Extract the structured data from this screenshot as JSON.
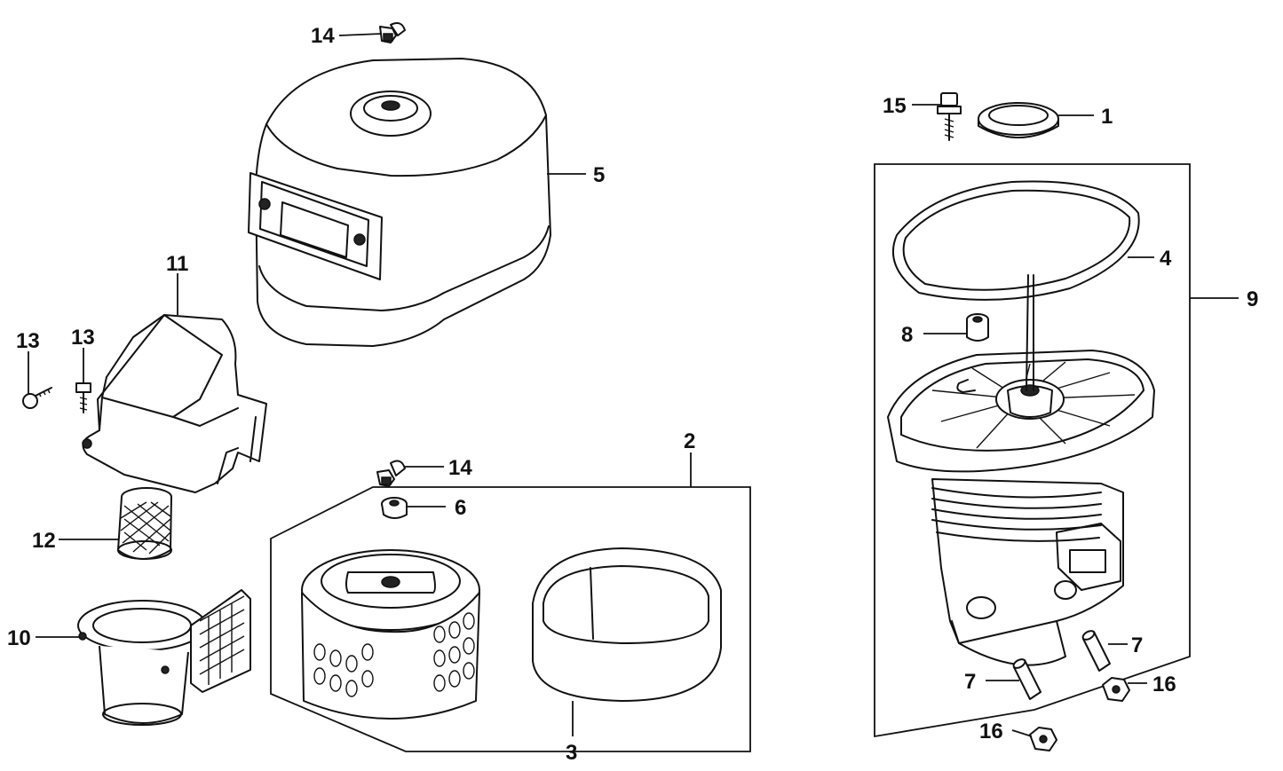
{
  "callouts": {
    "c1": "1",
    "c2": "2",
    "c3": "3",
    "c4": "4",
    "c5": "5",
    "c6": "6",
    "c7a": "7",
    "c7b": "7",
    "c8": "8",
    "c9": "9",
    "c10": "10",
    "c11": "11",
    "c12": "12",
    "c13a": "13",
    "c13b": "13",
    "c14a": "14",
    "c14b": "14",
    "c15": "15",
    "c16a": "16",
    "c16b": "16"
  }
}
